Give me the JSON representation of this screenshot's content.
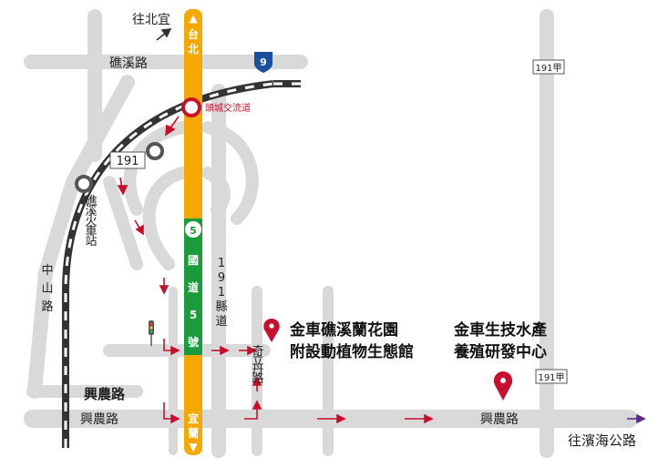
{
  "map": {
    "top_direction_label": "往北宜",
    "bottom_right_direction_label": "往濱海公路",
    "roads": {
      "jiaoxi_road": "礁溪路",
      "zhongshan_road": [
        "中",
        "山",
        "路"
      ],
      "xingnong_road_west_upper": "興農路",
      "xingnong_road_west_lower": "興農路",
      "xingnong_road_east": "興農路",
      "county_191_top_right": "191甲",
      "county_191_right_mid": "191甲",
      "county_191_left": "191",
      "county_road_191_vertical": [
        "1",
        "9",
        "1",
        "縣",
        "道"
      ],
      "qili_dan_road": [
        "奇",
        "立",
        "丹",
        "路"
      ]
    },
    "freeway": {
      "north_end": [
        "▲",
        "台",
        "北"
      ],
      "south_end": [
        "宜",
        "蘭",
        "▼"
      ],
      "name": [
        "國",
        "道",
        "5",
        "號"
      ],
      "shield_number": "5",
      "color": "#f5a800",
      "band_color": "#1a9b3c"
    },
    "provincial_route_shield": "9",
    "interchange_label": "頭城交流道",
    "railway_station_label": [
      "礁",
      "溪",
      "火",
      "車",
      "站"
    ],
    "destinations": [
      {
        "lines": [
          "金車礁溪蘭花園",
          "附設動植物生態館"
        ],
        "marker_color": "#c8102e"
      },
      {
        "lines": [
          "金車生技水產",
          "養殖研發中心"
        ],
        "marker_color": "#c8102e"
      }
    ],
    "colors": {
      "road": "#d9d9d9",
      "route_arrow": "#c8102e",
      "railway": "#333333",
      "east_arrow": "#5b2a86"
    }
  }
}
